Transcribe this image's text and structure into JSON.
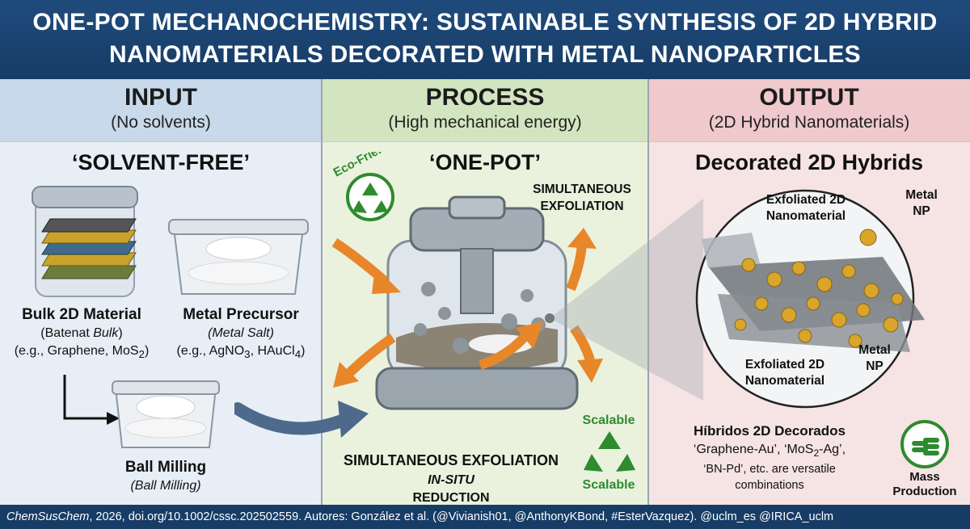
{
  "header": {
    "line1": "ONE-POT MECHANOCHEMISTRY: SUSTAINABLE SYNTHESIS OF 2D HYBRID",
    "line2": "NANOMATERIALS DECORATED WITH METAL NANOPARTICLES"
  },
  "input": {
    "title": "INPUT",
    "subtitle": "(No solvents)",
    "heading": "‘SOLVENT-FREE’",
    "bulk": {
      "name": "Bulk 2D Material",
      "sub_pre": "(Batenat ",
      "sub_em": "Bulk",
      "sub_post": ")",
      "eg": "(e.g., Graphene, MoS",
      "eg_sub": "2",
      "eg_end": ")"
    },
    "metal": {
      "name": "Metal Precursor",
      "sub": "(Metal Salt)",
      "eg": "(e.g., AgNO",
      "eg_sub1": "3",
      "eg_mid": ", HAuCl",
      "eg_sub2": "4",
      "eg_end": ")"
    },
    "milling": {
      "name": "Ball Milling",
      "sub": "(Ball Milling)"
    }
  },
  "process": {
    "title": "PROCESS",
    "subtitle": "(High mechanical energy)",
    "heading": "‘ONE-POT’",
    "eco": "Eco-Friendly",
    "simul_top_1": "SIMULTANEOUS",
    "simul_top_2": "EXFOLIATION",
    "scalable_top": "Scalable",
    "scalable_bottom": "Scalable",
    "bottom_line1": "SIMULTANEOUS EXFOLIATION",
    "bottom_line2_em": "IN-SITU",
    "bottom_line2_rest": " REDUCTION"
  },
  "output": {
    "title": "OUTPUT",
    "subtitle": "(2D Hybrid Nanomaterials)",
    "heading": "Decorated 2D Hybrids",
    "exf_top_1": "Exfoliated 2D",
    "exf_top_2": "Nanomaterial",
    "np_top_1": "Metal",
    "np_top_2": "NP",
    "exf_bot_1": "Exfoliated 2D",
    "exf_bot_2": "Nanomaterial",
    "np_bot_1": "Metal",
    "np_bot_2": "NP",
    "hybrids_title": "Híbridos 2D Decorados",
    "hybrids_l1a": "‘Graphene-Au’, ‘MoS",
    "hybrids_l1sub": "2",
    "hybrids_l1b": "-Ag’,",
    "hybrids_l2": "‘BN-Pd’, etc. are versatile",
    "hybrids_l3": "combinations",
    "mass_1": "Mass",
    "mass_2": "Production"
  },
  "footer": {
    "journal": "ChemSusChem",
    "rest": ", 2026, doi.org/10.1002/cssc.202502559. Autores: González et al. (@Vivianish01, @AnthonyKBond, #EsterVazquez). @uclm_es @IRICA_uclm"
  },
  "colors": {
    "header": "#1f4b7c",
    "input_band": "#c7d9ea",
    "process_band": "#d3e5c0",
    "output_band": "#efc9cb",
    "arrow_orange": "#e8862a",
    "eco_green": "#2e8b2e"
  }
}
